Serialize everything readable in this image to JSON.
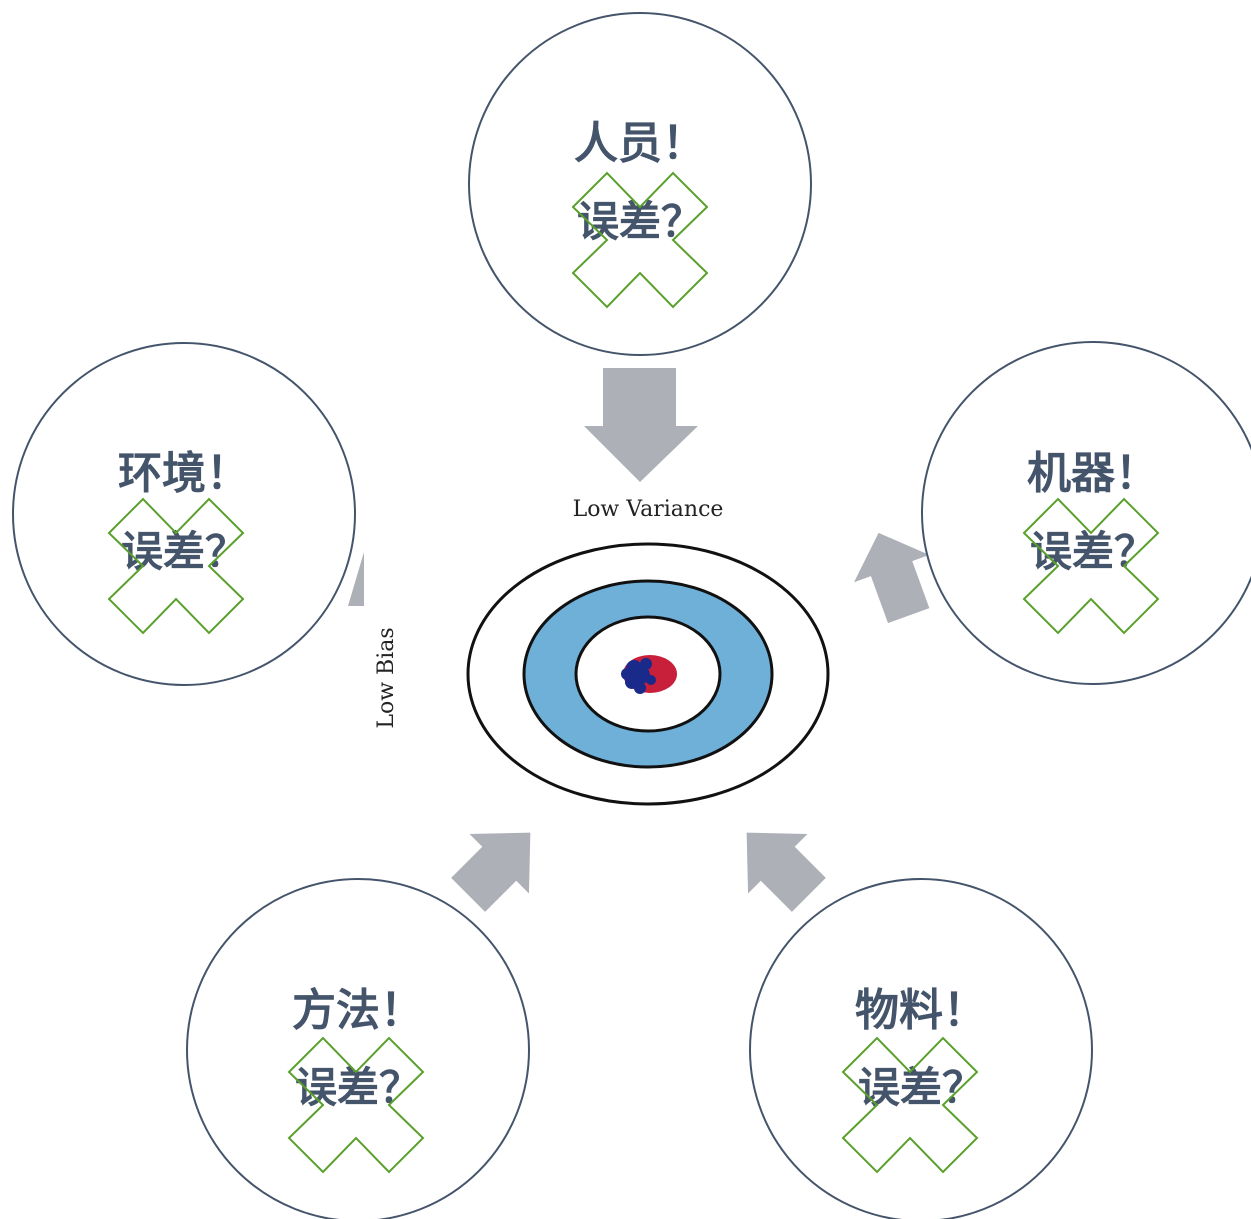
{
  "target": {
    "top_label": "Low Variance",
    "side_label": "Low Bias",
    "colors": {
      "ring_fill": "#6fb0d9",
      "ring_stroke": "#111111",
      "dot_blue": "#1a2a8a",
      "dot_red": "#c8203a"
    }
  },
  "nodes": [
    {
      "id": "people",
      "title": "人员！",
      "subtitle": "误差？"
    },
    {
      "id": "machine",
      "title": "机器！",
      "subtitle": "误差？"
    },
    {
      "id": "material",
      "title": "物料！",
      "subtitle": "误差？"
    },
    {
      "id": "method",
      "title": "方法！",
      "subtitle": "误差？"
    },
    {
      "id": "environment",
      "title": "环境！",
      "subtitle": "误差？"
    }
  ],
  "colors": {
    "circle_stroke": "#44546a",
    "arrow_fill": "#adb0b7",
    "cross_stroke": "#5aa02c"
  }
}
